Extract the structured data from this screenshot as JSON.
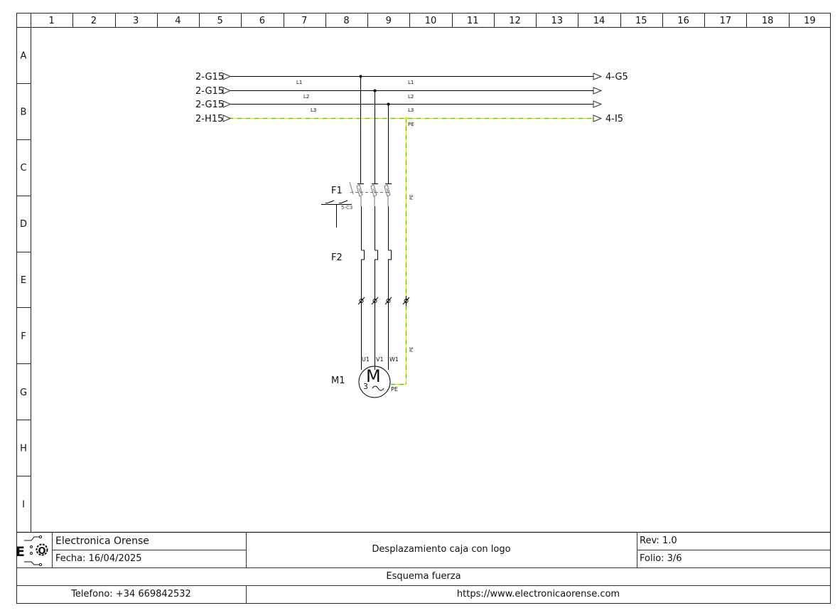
{
  "grid": {
    "columns": [
      "1",
      "2",
      "3",
      "4",
      "5",
      "6",
      "7",
      "8",
      "9",
      "10",
      "11",
      "12",
      "13",
      "14",
      "15",
      "16",
      "17",
      "18",
      "19"
    ],
    "rows": [
      "A",
      "B",
      "C",
      "D",
      "E",
      "F",
      "G",
      "H",
      "I"
    ]
  },
  "schematic": {
    "colors": {
      "wire": "#000000",
      "pe_yellow": "#e8e800",
      "pe_green": "#44cc00",
      "component_gray": "#888888",
      "label": "#111111"
    },
    "incoming_refs": [
      "2-G15",
      "2-G15",
      "2-G15",
      "2-H15"
    ],
    "outgoing_refs": [
      "4-G5",
      "",
      "",
      "4-I5"
    ],
    "wire_labels_left": [
      "L1",
      "L2",
      "L3"
    ],
    "wire_labels_right": [
      "L1",
      "L2",
      "L3"
    ],
    "pe_label_junction": "PE",
    "pe_label_vertical_1": "PE",
    "pe_label_vertical_2": "PE",
    "components": {
      "f1": {
        "tag": "F1",
        "crossref": "5-C3"
      },
      "f2": {
        "tag": "F2"
      },
      "m1": {
        "tag": "M1",
        "symbol": "M",
        "phases": "3",
        "terminals": [
          "U1",
          "V1",
          "W1"
        ],
        "pe_terminal": "PE"
      }
    }
  },
  "title_block": {
    "company": "Electronica Orense",
    "date": "Fecha: 16/04/2025",
    "project": "Desplazamiento caja con logo",
    "revision": "Rev: 1.0",
    "folio": "Folio: 3/6",
    "sheet_title": "Esquema fuerza",
    "phone": "Telefono: +34 669842532",
    "website": "https://www.electronicaorense.com",
    "logo": "EO gear circuit logo"
  }
}
